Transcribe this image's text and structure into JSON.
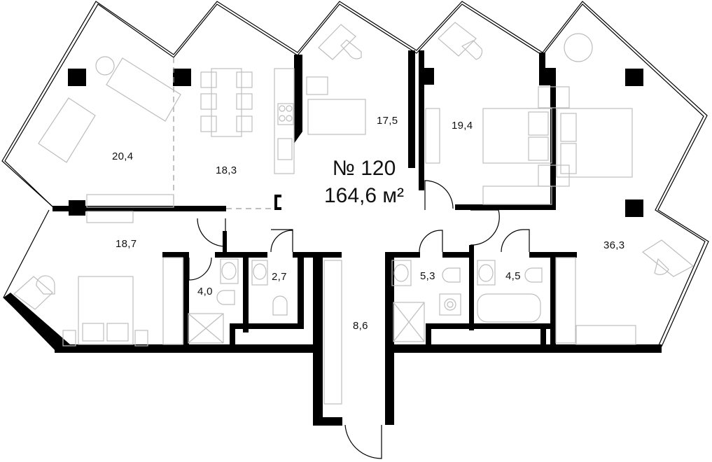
{
  "apartment": {
    "number_label": "№ 120",
    "total_area_label": "164,6 м²"
  },
  "rooms": [
    {
      "id": "living",
      "area": "20,4"
    },
    {
      "id": "kitchen-dining",
      "area": "18,3"
    },
    {
      "id": "bedroom-top-center",
      "area": "17,5"
    },
    {
      "id": "bedroom-top-right",
      "area": "19,4"
    },
    {
      "id": "bedroom-left",
      "area": "18,7"
    },
    {
      "id": "bathroom-left",
      "area": "4,0"
    },
    {
      "id": "wc-left",
      "area": "2,7"
    },
    {
      "id": "corridor",
      "area": "8,6"
    },
    {
      "id": "bathroom-center",
      "area": "5,3"
    },
    {
      "id": "bathroom-right",
      "area": "4,5"
    },
    {
      "id": "master-bedroom",
      "area": "36,3"
    }
  ],
  "colors": {
    "walls": "#000000",
    "furniture": "#bdbdbd",
    "background": "#ffffff"
  }
}
